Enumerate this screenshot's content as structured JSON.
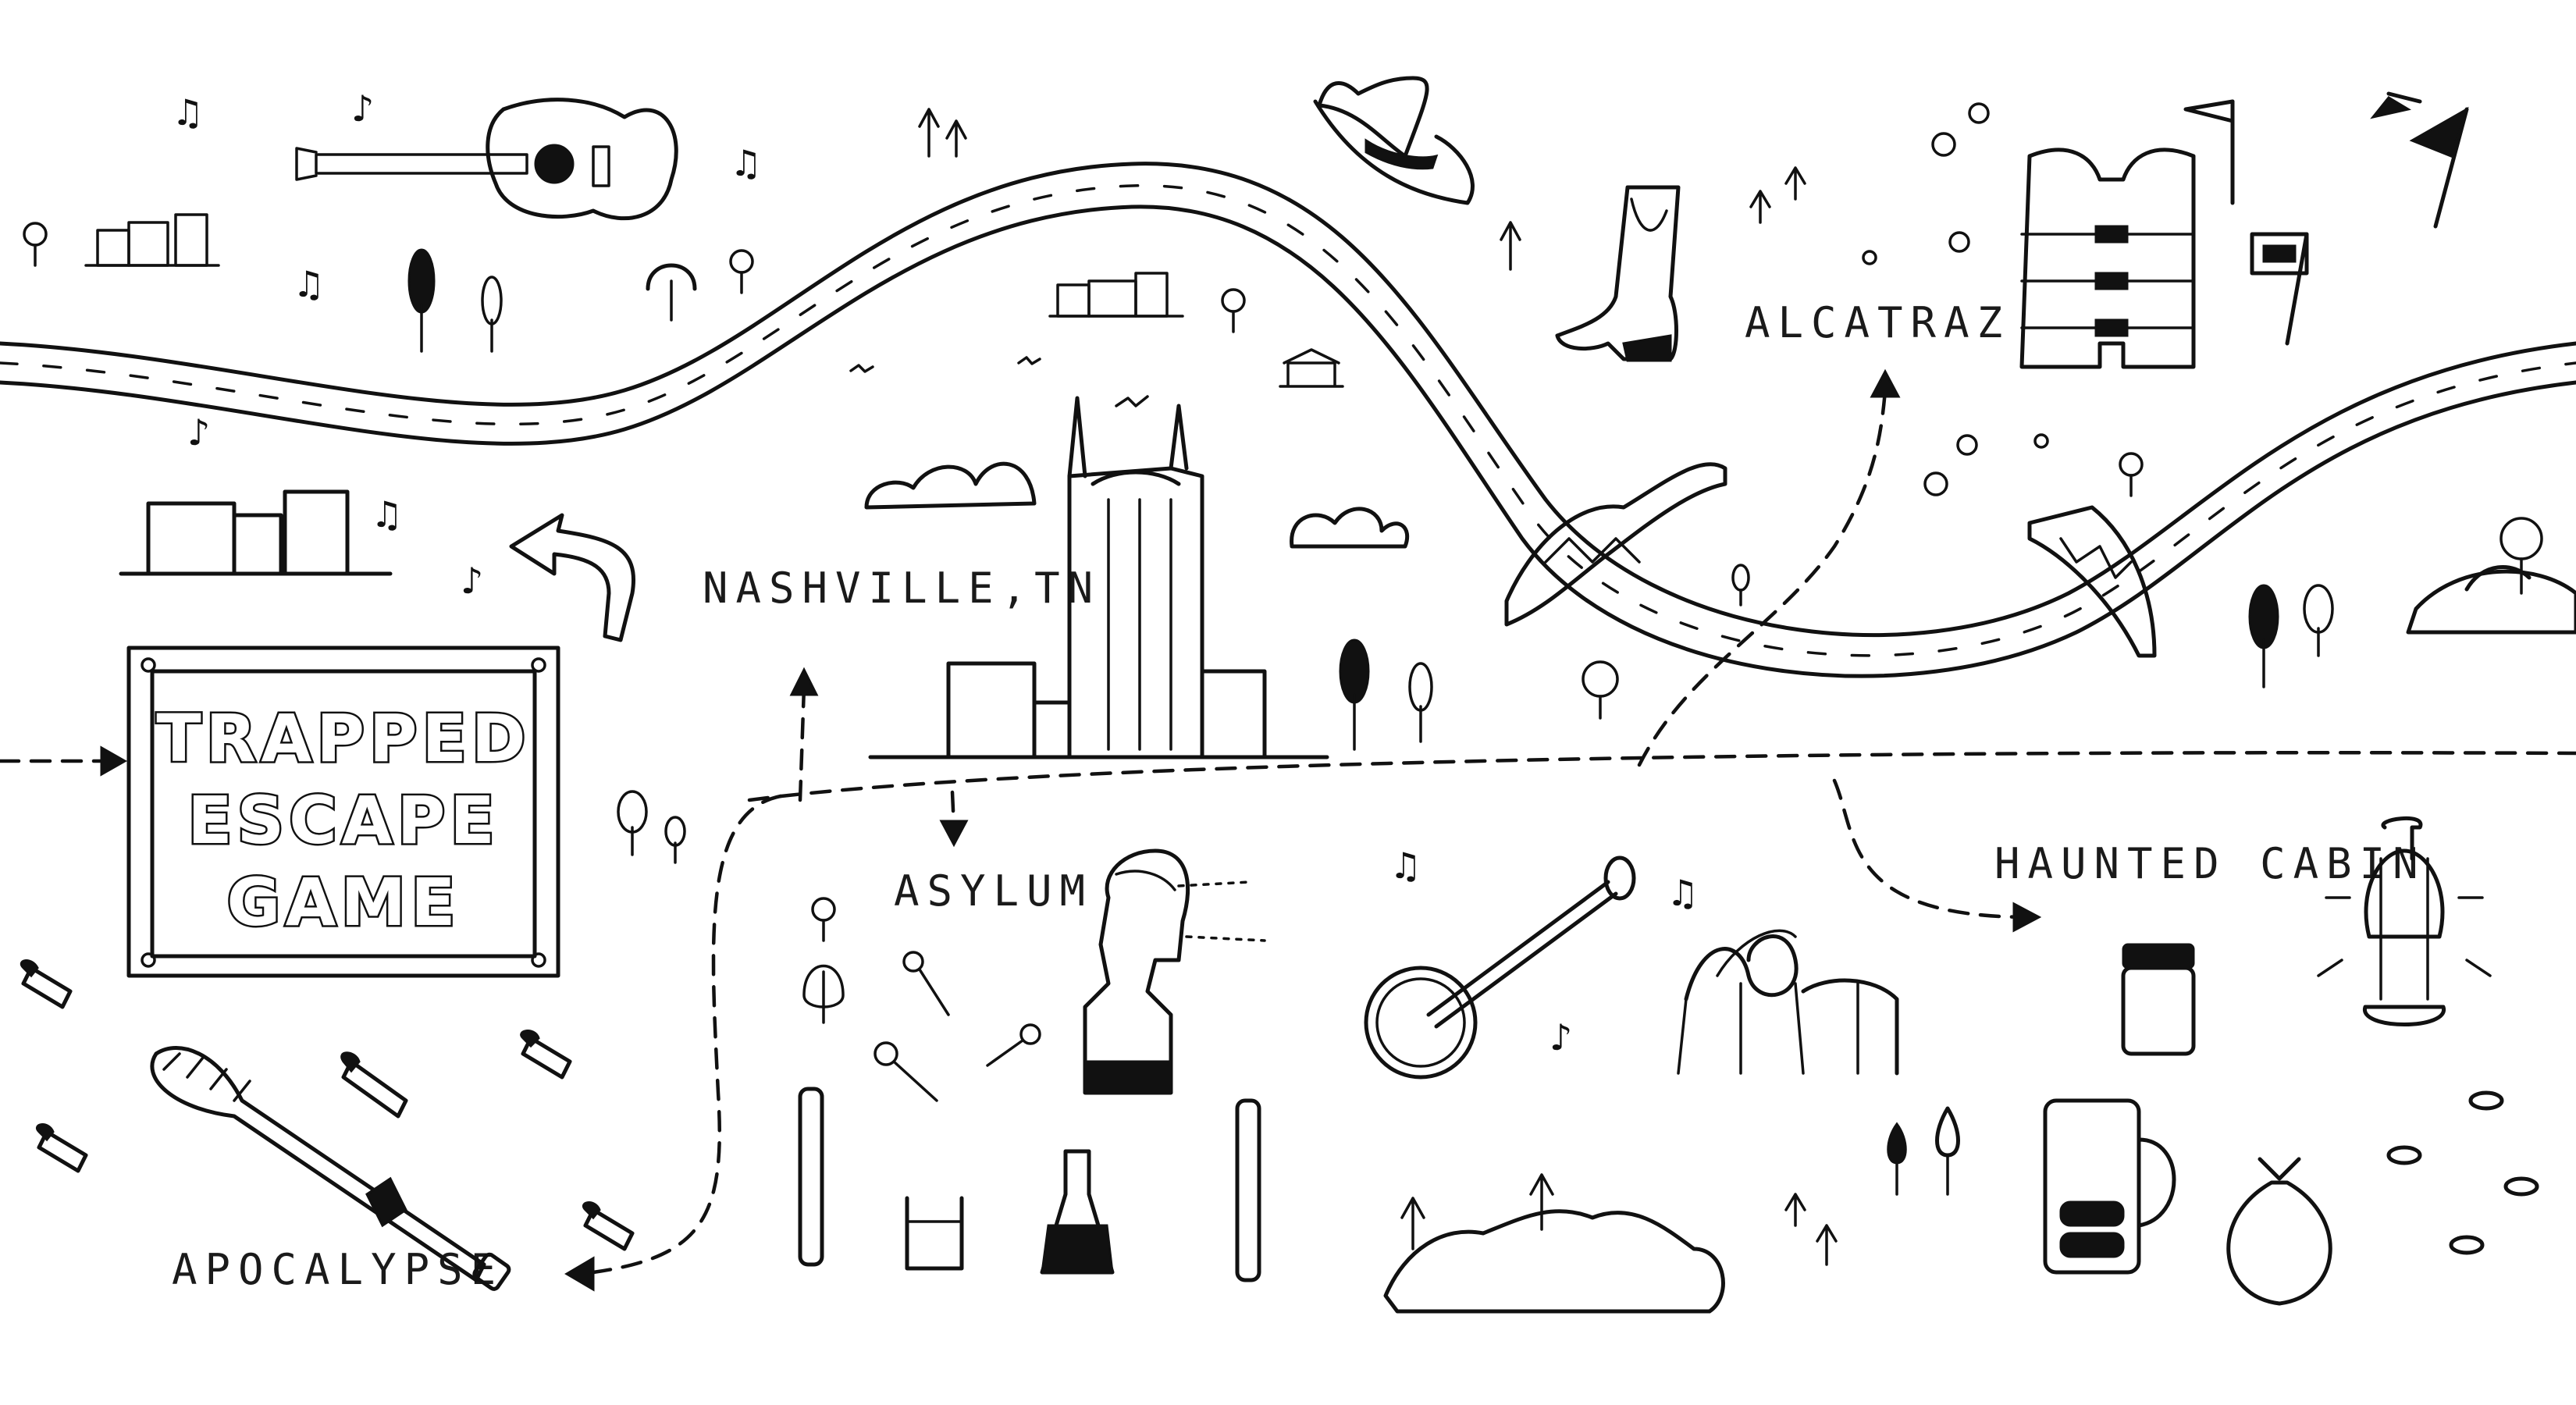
{
  "map": {
    "title_lines": [
      "TRAPPED",
      "ESCAPE",
      "GAME"
    ],
    "locations": {
      "nashville": "NASHVILLE,TN",
      "asylum": "ASYLUM",
      "alcatraz": "ALCATRAZ",
      "haunted_cabin": "HAUNTED CABIN",
      "apocalypse": "APOCALYPSE"
    },
    "colors": {
      "ink": "#111111",
      "background": "#ffffff"
    },
    "icons": [
      "guitar-icon",
      "cowboy-hat-icon",
      "cowboy-boot-icon",
      "life-vest-icon",
      "flag-icon",
      "skyline-icon",
      "bridge-icon",
      "banjo-icon",
      "roller-coaster-icon",
      "lantern-icon",
      "mason-jar-icon",
      "money-bag-icon",
      "baseball-bat-icon",
      "bullet-icon",
      "key-icon",
      "flask-icon",
      "beaker-icon",
      "test-tube-icon",
      "phrenology-head-icon",
      "music-note-icon",
      "tree-icon",
      "house-icon",
      "cloud-icon"
    ]
  }
}
